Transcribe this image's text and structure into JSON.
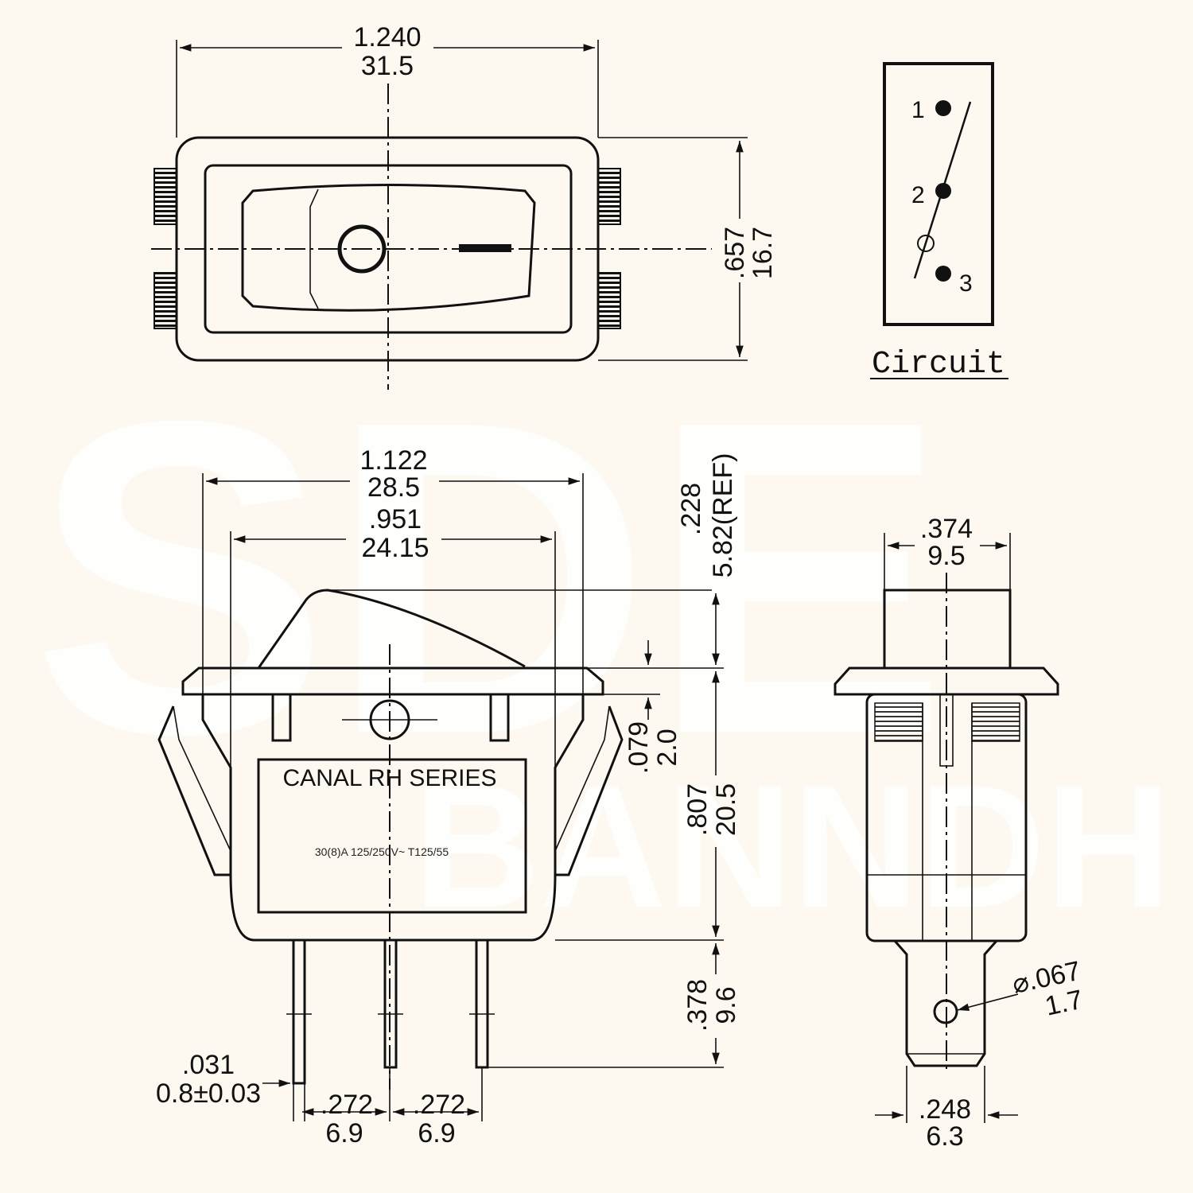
{
  "watermark": {
    "line1": "SDE",
    "line2": "BANNDH"
  },
  "top_view": {
    "width_in": "1.240",
    "width_mm": "31.5",
    "height_in": ".657",
    "height_mm": "16.7"
  },
  "circuit": {
    "title": "Circuit",
    "pins": [
      "1",
      "2",
      "3"
    ]
  },
  "front_view": {
    "outer_in": "1.122",
    "outer_mm": "28.5",
    "inner_in": ".951",
    "inner_mm": "24.15",
    "rocker_in": ".228",
    "rocker_mm": "5.82(REF)",
    "flange_in": ".079",
    "flange_mm": "2.0",
    "body_in": ".807",
    "body_mm": "20.5",
    "pin_len_in": ".378",
    "pin_len_mm": "9.6",
    "pin_thk_in": ".031",
    "pin_thk_mm": "0.8±0.03",
    "pitch1_in": ".272",
    "pitch1_mm": "6.9",
    "pitch2_in": ".272",
    "pitch2_mm": "6.9",
    "label_title": "CANAL RH SERIES",
    "label_rating": "30(8)A 125/250V~ T125/55"
  },
  "side_view": {
    "top_in": ".374",
    "top_mm": "9.5",
    "hole_in": "⌀.067",
    "hole_mm": "1.7",
    "pin_w_in": ".248",
    "pin_w_mm": "6.3"
  }
}
